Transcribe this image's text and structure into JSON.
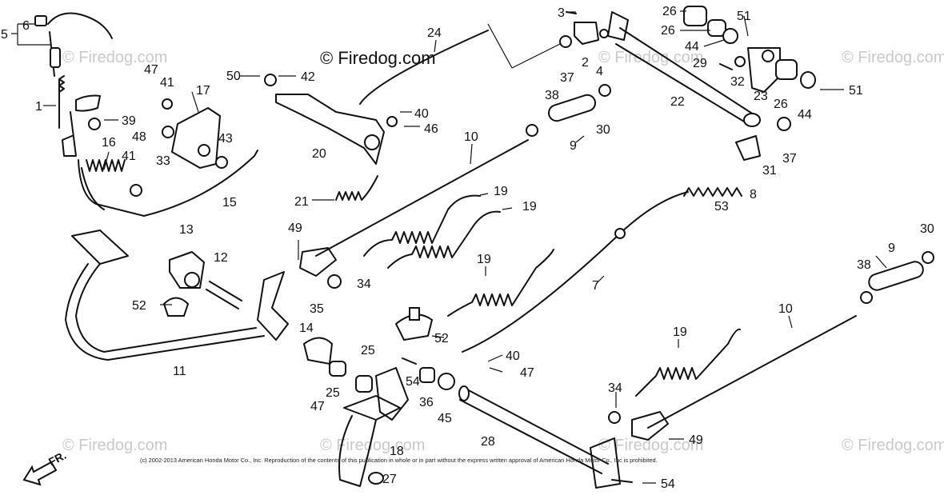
{
  "watermark": {
    "main": "© Firedog.com",
    "repeat": "© Firedog.com"
  },
  "copyright": "(c) 2002-2013 American Honda Motor Co., Inc. Reproduction of the contents of this publication in whole or in part without the express written approval of American Honda Motor Co., Inc is prohibited.",
  "direction_label": "FR.",
  "part_numbers": [
    "1",
    "2",
    "3",
    "4",
    "5",
    "6",
    "7",
    "8",
    "9",
    "10",
    "11",
    "12",
    "13",
    "14",
    "15",
    "16",
    "17",
    "18",
    "19",
    "20",
    "21",
    "22",
    "23",
    "24",
    "25",
    "26",
    "27",
    "28",
    "29",
    "30",
    "31",
    "32",
    "33",
    "34",
    "35",
    "36",
    "37",
    "38",
    "39",
    "40",
    "41",
    "42",
    "43",
    "44",
    "45",
    "46",
    "47",
    "48",
    "49",
    "50",
    "51",
    "52",
    "53",
    "54"
  ]
}
